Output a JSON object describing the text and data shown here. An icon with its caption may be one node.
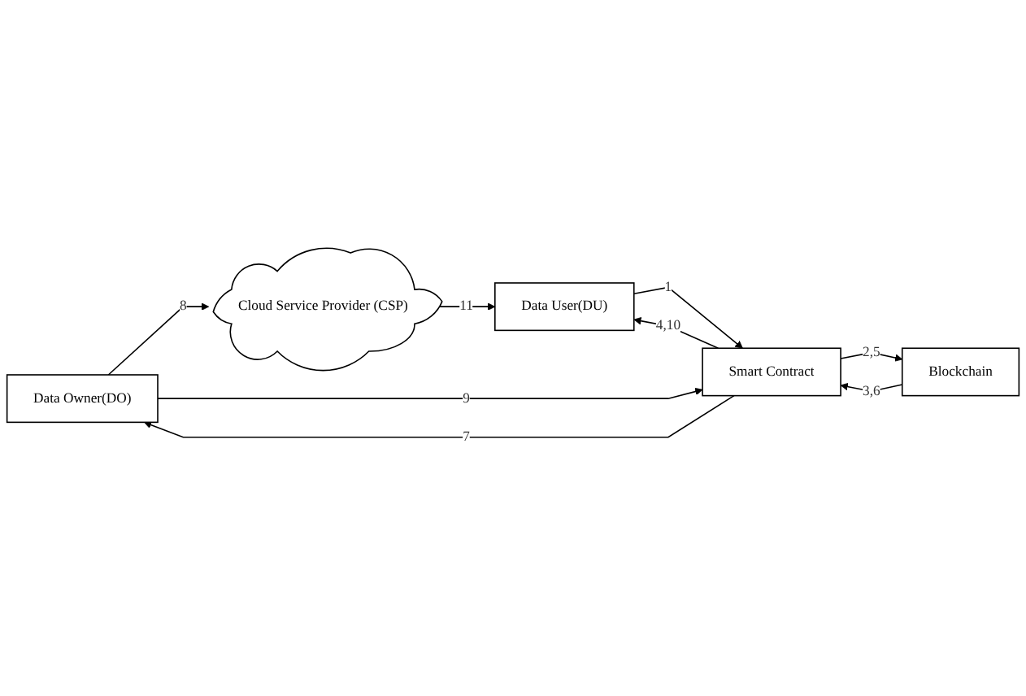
{
  "diagram": {
    "nodes": [
      {
        "text": [
          "Data Owner(DO)"
        ]
      },
      {
        "text": [
          "Cloud Service Provider (CSP)"
        ]
      },
      {
        "text": [
          "Data User(DU)"
        ]
      },
      {
        "text": [
          "Blockchain"
        ]
      },
      {
        "text": [
          "Smart Contract"
        ]
      }
    ],
    "edges": [
      {
        "from": 0,
        "to": 1,
        "arrow": "to",
        "label": "8"
      },
      {
        "from": 1,
        "to": 2,
        "arrow": "to",
        "label": "11"
      },
      {
        "from": 2,
        "to": 4,
        "arrow": "to",
        "label": "1"
      },
      {
        "from": 4,
        "to": 3,
        "arrow": "to",
        "label": "2,5"
      },
      {
        "from": 3,
        "to": 4,
        "arrow": "to",
        "label": "3,6"
      },
      {
        "from": 4,
        "to": 2,
        "arrow": "to",
        "label": "4,10"
      },
      {
        "from": 4,
        "to": 0,
        "arrow": "to",
        "label": "7"
      },
      {
        "from": 0,
        "to": 4,
        "arrow": "to",
        "label": "9"
      }
    ]
  }
}
